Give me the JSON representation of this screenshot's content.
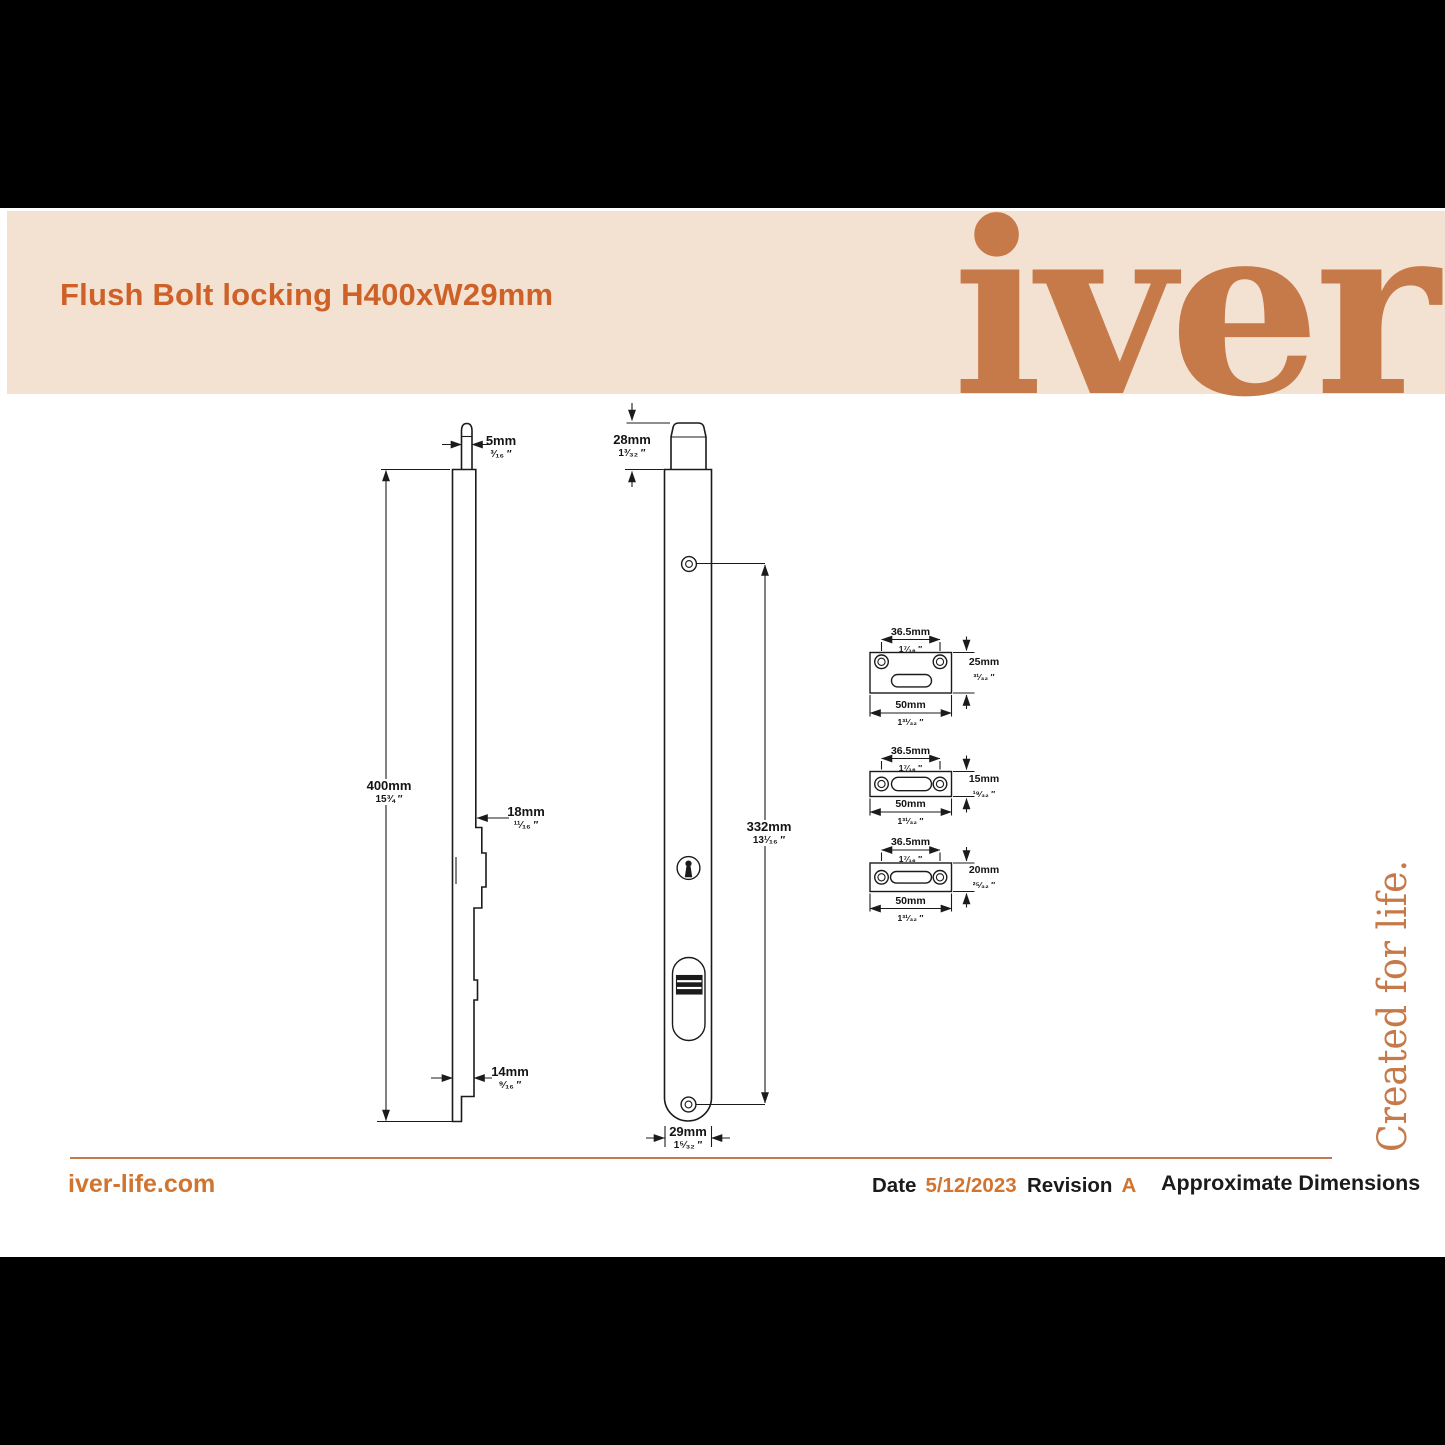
{
  "colors": {
    "accent_orange": "#CE6128",
    "logo_orange": "#C67A49",
    "band_beige": "#F3E2D1",
    "line_black": "#1b1b1b",
    "page_black": "#000000"
  },
  "header": {
    "title": "Flush Bolt locking H400xW29mm",
    "logo_text": "iver"
  },
  "side_text": "Created for life.",
  "drawings": {
    "left_view": {
      "height_mm": "400mm",
      "height_in": "15¾ ″",
      "pin_mm": "5mm",
      "pin_in": "³⁄₁₆ ″",
      "upper_depth_mm": "18mm",
      "upper_depth_in": "¹¹⁄₁₆ ″",
      "lower_depth_mm": "14mm",
      "lower_depth_in": "⁹⁄₁₆ ″"
    },
    "front_view": {
      "bolt_mm": "28mm",
      "bolt_in": "1³⁄₃₂ ″",
      "screw_span_mm": "332mm",
      "screw_span_in": "13¹⁄₁₆ ″",
      "width_mm": "29mm",
      "width_in": "1⁵⁄₃₂ ″"
    },
    "plates": [
      {
        "span_mm": "36.5mm",
        "span_in": "1⁷⁄₁₆ ″",
        "height_mm": "25mm",
        "height_in": "³¹⁄₃₂ ″",
        "width_mm": "50mm",
        "width_in": "1³¹⁄₃₂ ″"
      },
      {
        "span_mm": "36.5mm",
        "span_in": "1⁷⁄₁₆ ″",
        "height_mm": "15mm",
        "height_in": "¹⁹⁄₃₂ ″",
        "width_mm": "50mm",
        "width_in": "1³¹⁄₃₂ ″"
      },
      {
        "span_mm": "36.5mm",
        "span_in": "1⁷⁄₁₆ ″",
        "height_mm": "20mm",
        "height_in": "²⁵⁄₃₂ ″",
        "width_mm": "50mm",
        "width_in": "1³¹⁄₃₂ ″"
      }
    ]
  },
  "footer": {
    "website": "iver-life.com",
    "date_label": "Date",
    "date_value": "5/12/2023",
    "revision_label": "Revision",
    "revision_value": "A",
    "note": "Approximate Dimensions"
  }
}
